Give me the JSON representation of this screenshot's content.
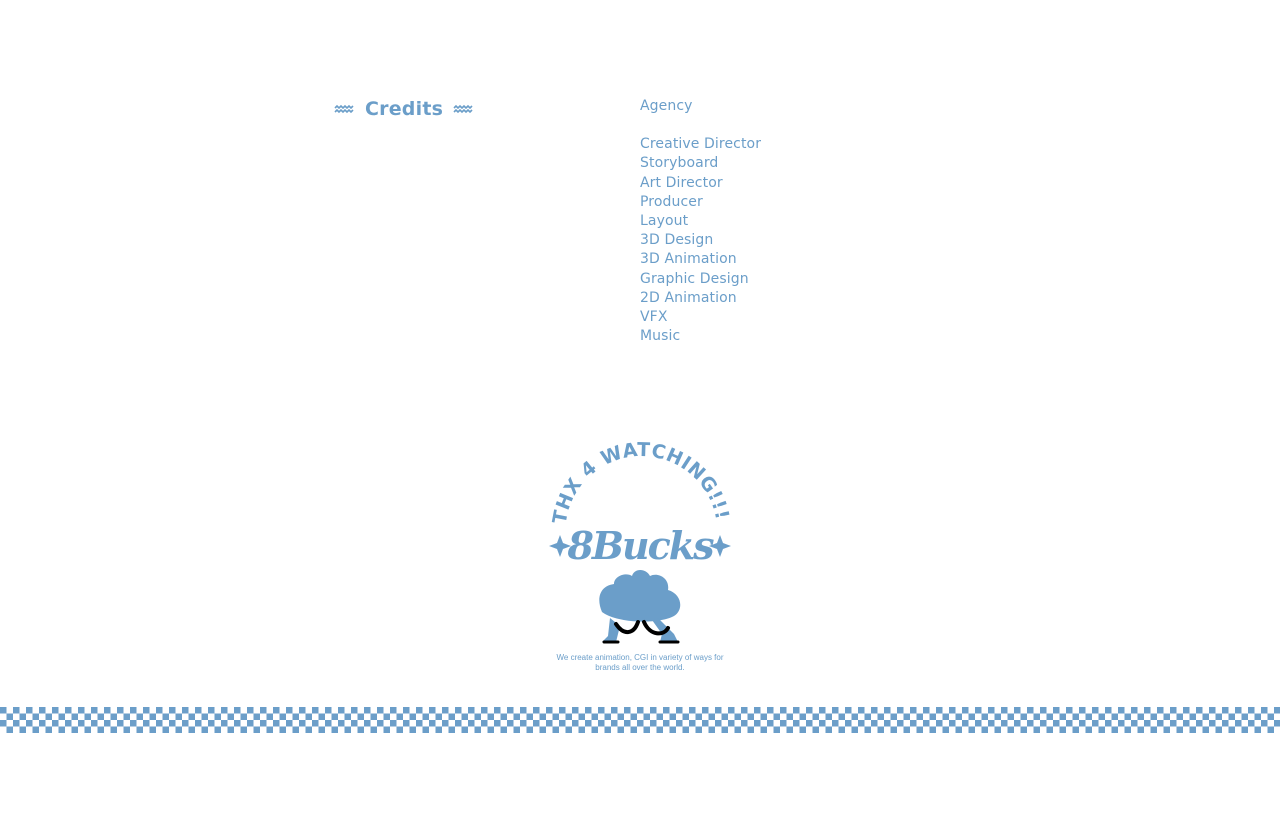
{
  "colors": {
    "accent": "#6b9ec9",
    "ink": "#000000",
    "background": "#ffffff"
  },
  "credits": {
    "title": "Credits",
    "left_icon": "wave-icon",
    "right_icon": "wave-icon"
  },
  "roles": {
    "agency": "Agency",
    "items": [
      "Creative Director",
      "Storyboard",
      "Art Director",
      "Producer",
      "Layout",
      "3D Design",
      "3D Animation",
      "Graphic Design",
      "2D Animation",
      "VFX",
      "Music"
    ]
  },
  "badge": {
    "arc_text": "THX 4 WATCHING!!!",
    "logo_text": "8Bucks",
    "caption_line1": "We create animation, CGI in variety of ways for",
    "caption_line2": "brands all over the world."
  }
}
